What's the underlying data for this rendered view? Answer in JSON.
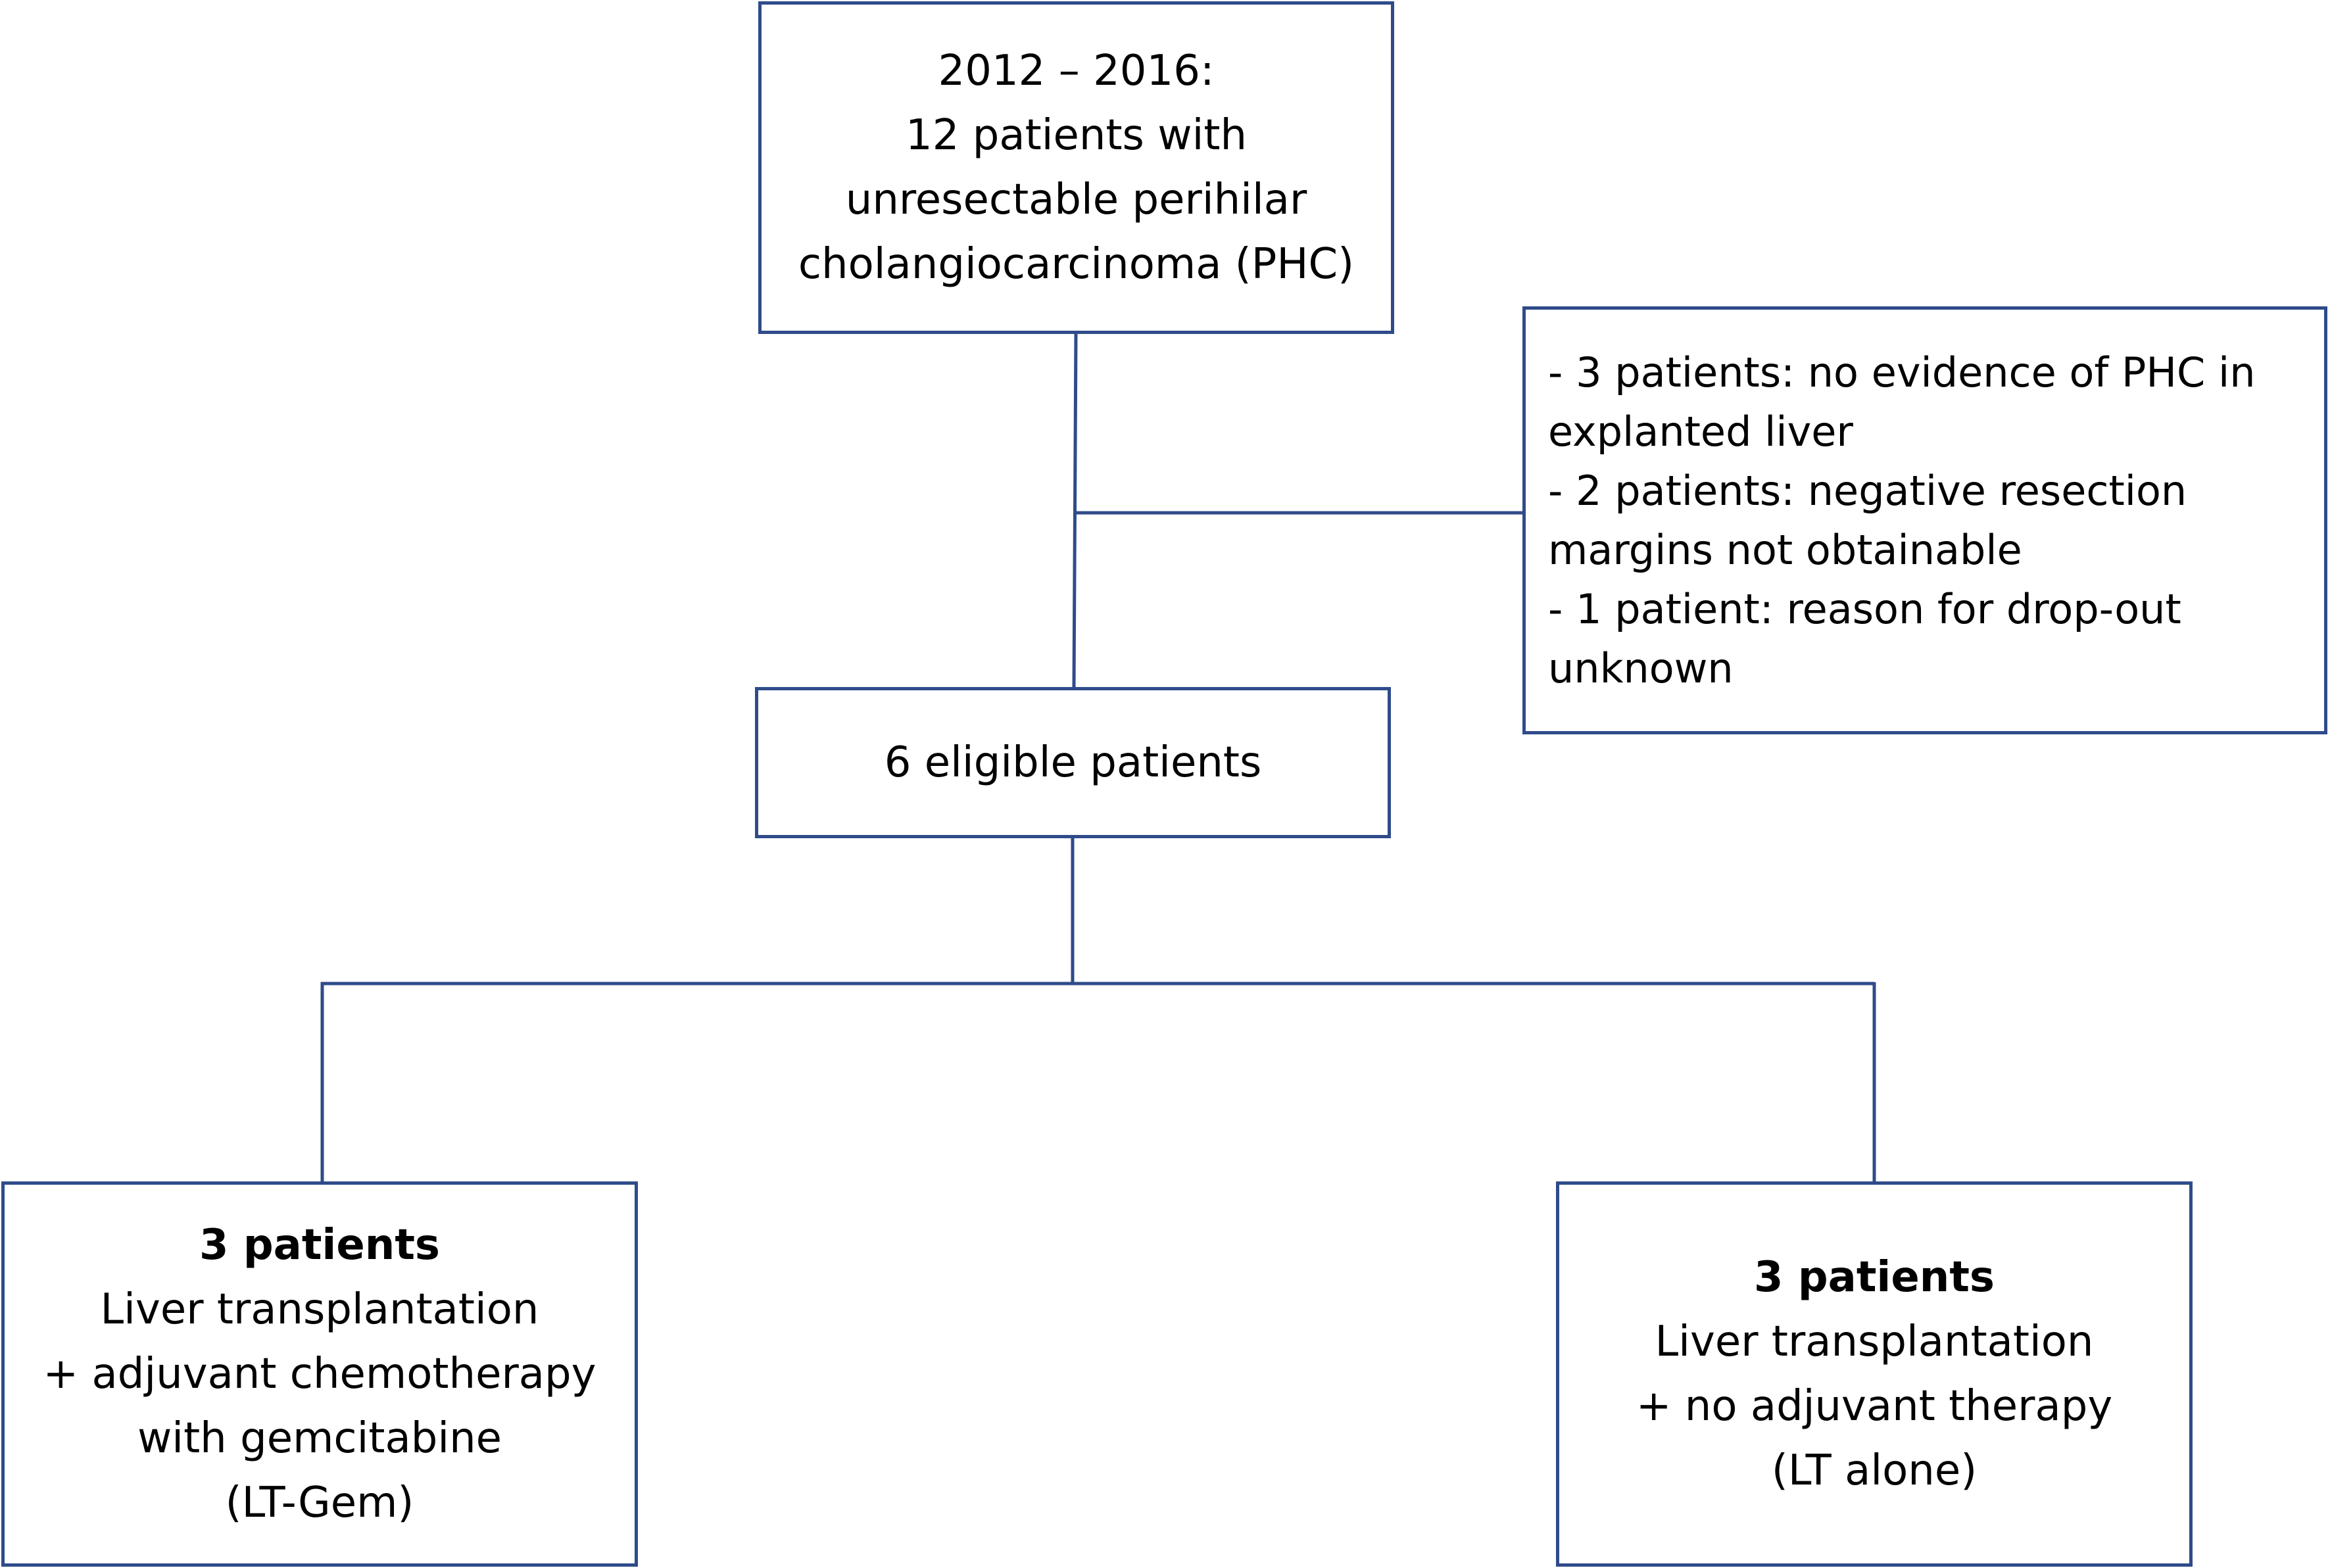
{
  "top_box": {
    "lines": [
      "2012 – 2016:",
      "12 patients with",
      "unresectable perihilar",
      "cholangiocarcinoma (PHC)"
    ]
  },
  "exclusion_box": {
    "lines": [
      "- 3 patients: no evidence of PHC in",
      "explanted liver",
      "- 2 patients: negative resection",
      "margins not obtainable",
      "- 1 patient: reason for drop-out",
      "unknown"
    ]
  },
  "eligible_box": {
    "label": "6 eligible patients"
  },
  "left_group_box": {
    "count": "3 patients",
    "lines": [
      "Liver transplantation",
      "+ adjuvant chemotherapy",
      "with gemcitabine",
      "(LT-Gem)"
    ]
  },
  "right_group_box": {
    "count": "3 patients",
    "lines": [
      "Liver transplantation",
      "+ no adjuvant therapy",
      "(LT alone)"
    ]
  },
  "colors": {
    "border": "#2f4b8a",
    "connector": "#2f4b8a",
    "text": "#000000",
    "background": "#ffffff"
  }
}
